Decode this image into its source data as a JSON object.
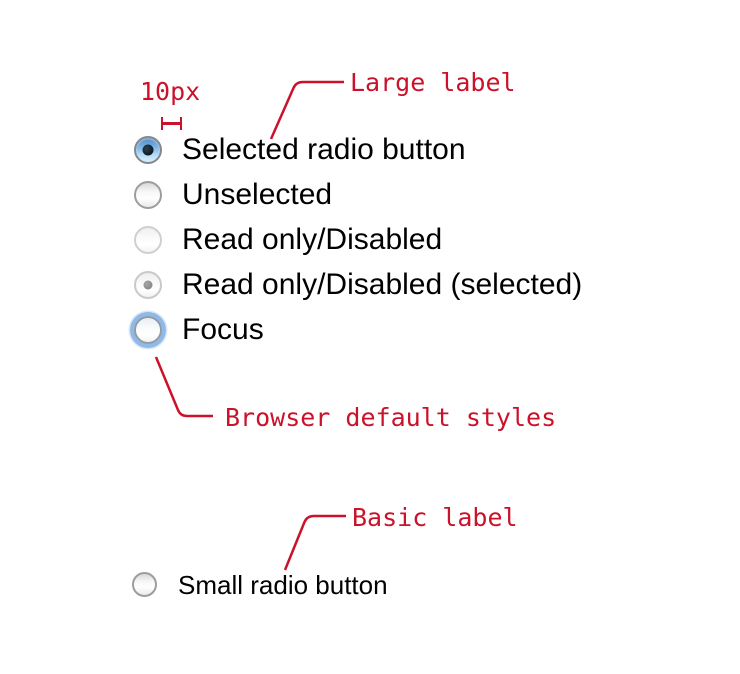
{
  "annotations": {
    "gap": {
      "label": "10px"
    },
    "large_label": {
      "text": "Large label"
    },
    "browser_default": {
      "text": "Browser default styles"
    },
    "basic_label": {
      "text": "Basic label"
    }
  },
  "large_group": {
    "items": [
      {
        "label": "Selected radio button",
        "state": "selected"
      },
      {
        "label": "Unselected",
        "state": "unselected"
      },
      {
        "label": "Read only/Disabled",
        "state": "disabled"
      },
      {
        "label": "Read only/Disabled (selected)",
        "state": "disabled-selected"
      },
      {
        "label": "Focus",
        "state": "focus"
      }
    ]
  },
  "small_group": {
    "items": [
      {
        "label": "Small radio button",
        "state": "unselected"
      }
    ]
  },
  "colors": {
    "annotation_red": "#cb122b",
    "label_black": "#000000",
    "selected_blue": "#7db6e6",
    "selected_dot": "#0d1a24",
    "focus_ring_blue": "#8fb9e6"
  }
}
